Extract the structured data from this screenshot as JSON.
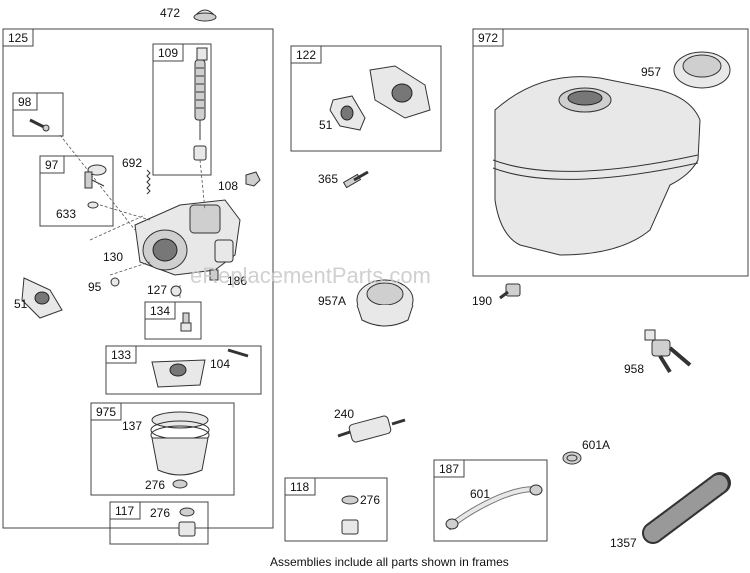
{
  "frames": {
    "f125": "125",
    "f109": "109",
    "f98": "98",
    "f97": "97",
    "f134": "134",
    "f133": "133",
    "f975": "975",
    "f117": "117",
    "f122": "122",
    "f972": "972",
    "f118": "118",
    "f187": "187"
  },
  "parts": {
    "p472": "472",
    "p692": "692",
    "p108": "108",
    "p633": "633",
    "p130": "130",
    "p51a": "51",
    "p95": "95",
    "p127": "127",
    "p186": "186",
    "p104": "104",
    "p137": "137",
    "p276a": "276",
    "p276b": "276",
    "p51b": "51",
    "p365": "365",
    "p957": "957",
    "p957A": "957A",
    "p190": "190",
    "p958": "958",
    "p240": "240",
    "p601A": "601A",
    "p276c": "276",
    "p601": "601",
    "p1357": "1357"
  },
  "watermark": "eReplacementParts.com",
  "caption": "Assemblies include all parts shown in frames"
}
